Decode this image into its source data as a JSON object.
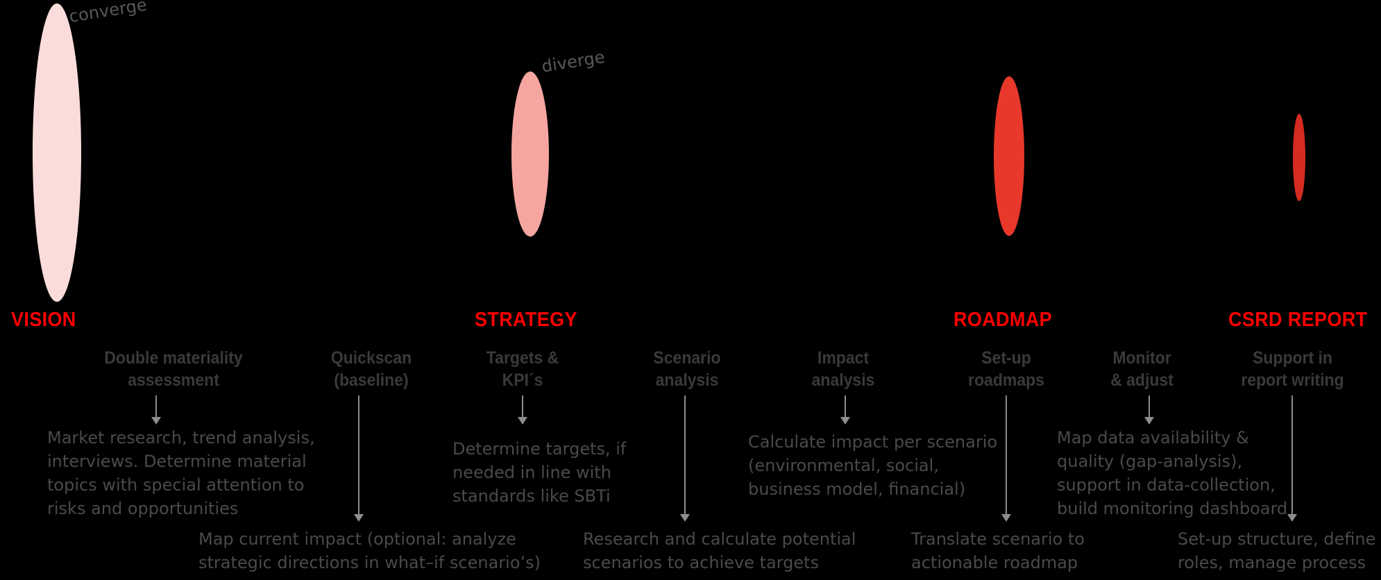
{
  "diagram": {
    "title_hidden": "",
    "annotations": [
      {
        "id": "converge",
        "label": "converge"
      },
      {
        "id": "diverge",
        "label": "diverge"
      }
    ],
    "colors": {
      "background": "#000000",
      "phase_label": "#ff0000",
      "lobe_1": "#fadcda",
      "lobe_2": "#f5a6a0",
      "lobe_3": "#e8382b",
      "lobe_4": "#d62b20",
      "heading_text": "#3a3a3a",
      "body_text": "#4a4a4a",
      "arrow": "#8d8d8d",
      "annotation_text": "#58595b"
    },
    "phases": [
      {
        "id": "vision",
        "label": "VISION"
      },
      {
        "id": "strategy",
        "label": "STRATEGY"
      },
      {
        "id": "roadmap",
        "label": "ROADMAP"
      },
      {
        "id": "csrd_report",
        "label": "CSRD REPORT"
      }
    ],
    "lobes": [
      {
        "id": "lobe-vision",
        "phase": "VISION",
        "color": "#fadcda"
      },
      {
        "id": "lobe-strategy",
        "phase": "STRATEGY",
        "color": "#f5a6a0"
      },
      {
        "id": "lobe-roadmap",
        "phase": "ROADMAP",
        "color": "#e8382b"
      },
      {
        "id": "lobe-csrd",
        "phase": "CSRD REPORT",
        "color": "#d62b20"
      }
    ],
    "steps": [
      {
        "id": "double-materiality-assessment",
        "heading": "Double materiality\nassessment",
        "body": "Market research, trend analysis,\ninterviews. Determine material\ntopics with special attention to\nrisks and opportunities",
        "row": "upper"
      },
      {
        "id": "quickscan-baseline",
        "heading": "Quickscan\n(baseline)",
        "body": "Map current impact (optional: analyze\nstrategic directions in what–if scenario’s)",
        "row": "lower"
      },
      {
        "id": "targets-and-kpis",
        "heading": "Targets &\nKPI´s",
        "body": "Determine targets, if\nneeded in line with\nstandards like SBTi",
        "row": "upper"
      },
      {
        "id": "scenario-analysis",
        "heading": "Scenario\nanalysis",
        "body": "Research and calculate potential\nscenarios to achieve targets",
        "row": "lower"
      },
      {
        "id": "impact-analysis",
        "heading": "Impact\nanalysis",
        "body": "Calculate impact per scenario\n(environmental, social,\nbusiness model, financial)",
        "row": "upper"
      },
      {
        "id": "set-up-roadmaps",
        "heading": "Set-up\nroadmaps",
        "body": "Translate scenario to\nactionable roadmap",
        "row": "lower"
      },
      {
        "id": "monitor-and-adjust",
        "heading": "Monitor\n& adjust",
        "body": "Map data availability &\nquality (gap-analysis),\nsupport in data-collection,\nbuild monitoring dashboard",
        "row": "upper"
      },
      {
        "id": "support-in-report-writing",
        "heading": "Support in\nreport writing",
        "body": "Set-up structure, define\nroles, manage process",
        "row": "lower"
      }
    ]
  }
}
